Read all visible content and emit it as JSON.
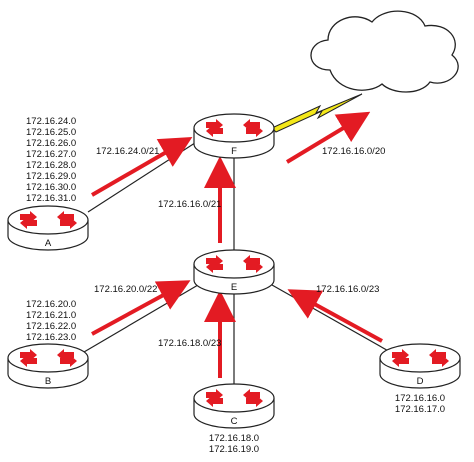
{
  "colors": {
    "router_body": "#ffffff",
    "router_outline": "#222222",
    "arrow_red": "#e31b23",
    "link_line": "#222222",
    "lightning": "#f4e81a",
    "cloud_fill": "#ffffff"
  },
  "routers": {
    "F": {
      "label": "F"
    },
    "E": {
      "label": "E"
    },
    "A": {
      "label": "A"
    },
    "B": {
      "label": "B"
    },
    "C": {
      "label": "C"
    },
    "D": {
      "label": "D"
    }
  },
  "networks": {
    "A": [
      "172.16.24.0",
      "172.16.25.0",
      "172.16.26.0",
      "172.16.27.0",
      "172.16.28.0",
      "172.16.29.0",
      "172.16.30.0",
      "172.16.31.0"
    ],
    "B": [
      "172.16.20.0",
      "172.16.21.0",
      "172.16.22.0",
      "172.16.23.0"
    ],
    "C": [
      "172.16.18.0",
      "172.16.19.0"
    ],
    "D": [
      "172.16.16.0",
      "172.16.17.0"
    ]
  },
  "routes": {
    "A_to_F": "172.16.24.0/21",
    "E_to_F": "172.16.16.0/21",
    "F_to_cloud": "172.16.16.0/20",
    "B_to_E": "172.16.20.0/22",
    "C_to_E": "172.16.18.0/23",
    "D_to_E": "172.16.16.0/23"
  }
}
